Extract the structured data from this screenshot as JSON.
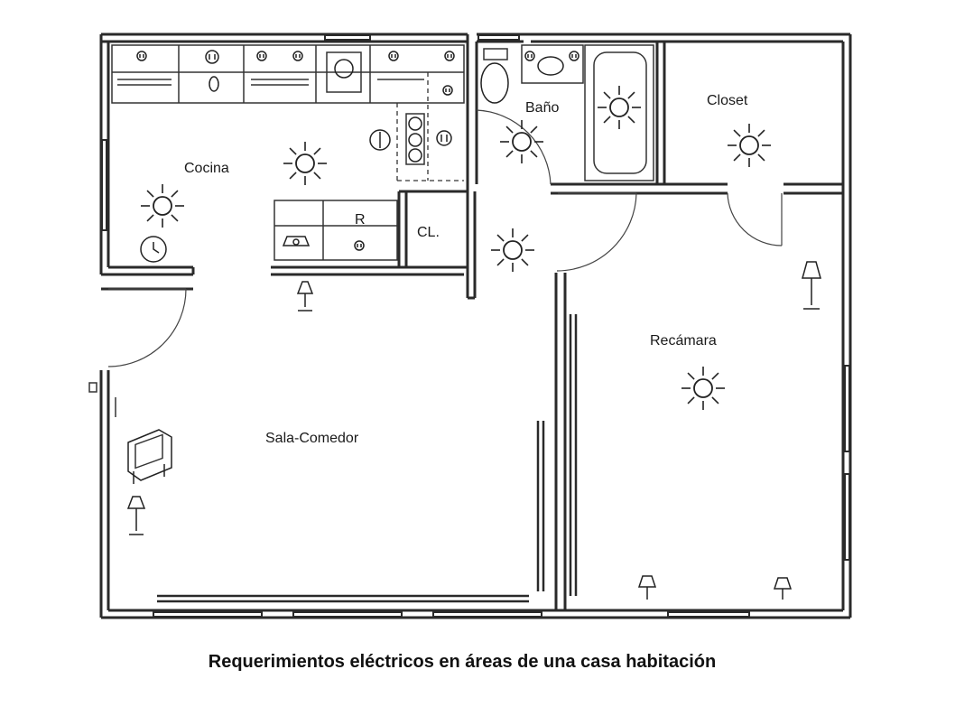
{
  "caption": "Requerimientos eléctricos en áreas de una casa habitación",
  "rooms": {
    "cocina": "Cocina",
    "bano": "Baño",
    "closet": "Closet",
    "cl": "CL.",
    "refrigerador": "R",
    "recamara": "Recámara",
    "sala_comedor": "Sala-Comedor"
  },
  "icons": [
    "light-fixture-icon",
    "outlet-icon",
    "stove-icon",
    "sink-icon",
    "toilet-icon",
    "bathtub-icon",
    "telephone-icon",
    "clock-icon",
    "lamp-icon",
    "television-icon",
    "switch-icon"
  ]
}
